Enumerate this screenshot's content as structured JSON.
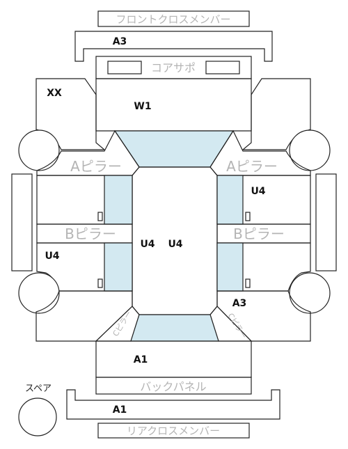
{
  "parts": {
    "front_cross_member": "フロントクロスメンバー",
    "core_support": "コアサポ",
    "a_pillar_left": "Aピラー",
    "a_pillar_right": "Aピラー",
    "b_pillar_left": "Bピラー",
    "b_pillar_right": "Bピラー",
    "c_pillar_left": "Cピラー",
    "c_pillar_right": "Cピラー",
    "back_panel": "バックパネル",
    "rear_cross_member": "リアクロスメンバー",
    "spare": "スペア"
  },
  "codes": {
    "front_cross_member": "A3",
    "front_left_fender": "XX",
    "hood": "W1",
    "right_front_door": "U4",
    "left_rear_door": "U4",
    "roof_left": "U4",
    "roof_right": "U4",
    "right_rear_quarter": "A3",
    "trunk": "A1",
    "rear_cross_member": "A1"
  },
  "colors": {
    "glass": "#d3e9f1",
    "line": "#222222",
    "part_label": "#b4b4b4",
    "code_label": "#111111"
  }
}
